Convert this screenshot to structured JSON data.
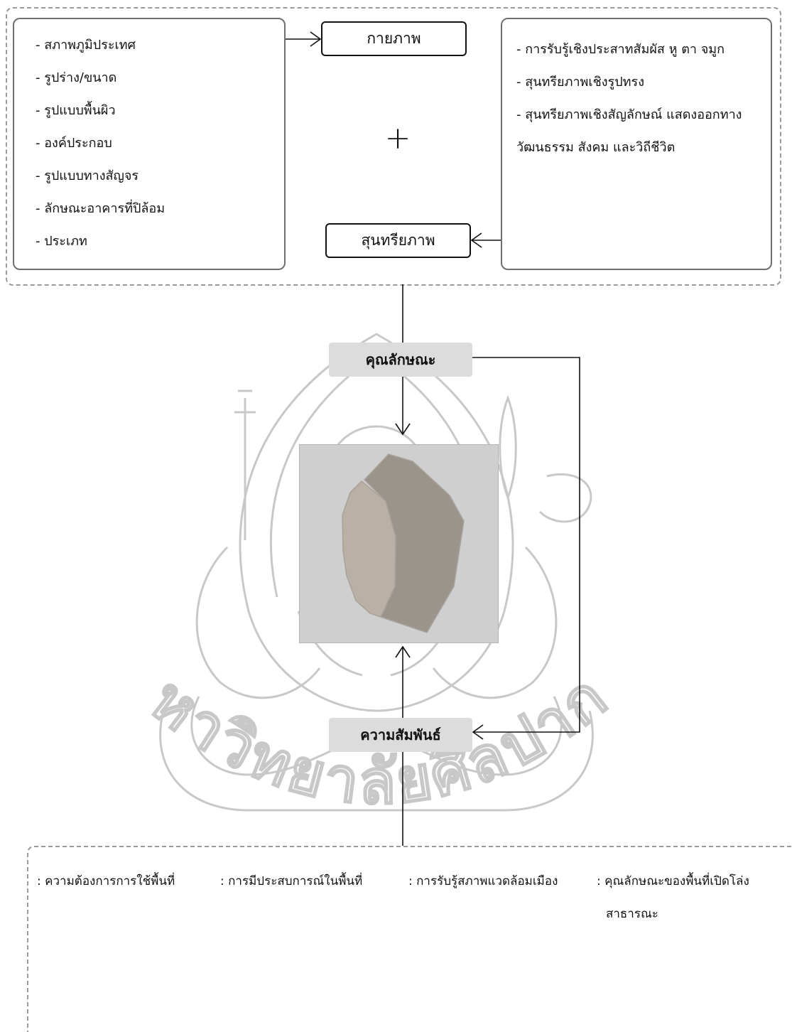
{
  "top": {
    "left_list": [
      "- สภาพภูมิประเทศ",
      "- รูปร่าง/ขนาด",
      "- รูปแบบพื้นผิว",
      "- องค์ประกอบ",
      "- รูปแบบทางสัญจร",
      "- ลักษณะอาคารที่ปิล้อม",
      "- ประเภท"
    ],
    "physical_label": "กายภาพ",
    "aesthetic_label": "สุนทรียภาพ",
    "plus_symbol": "+",
    "right_lines": [
      "- การรับรู้เชิงประสาทสัมผัส หู ตา จมูก",
      "- สุนทรียภาพเชิงรูปทรง",
      "- สุนทรียภาพเชิงสัญลักษณ์ แสดงออกทาง",
      "วัฒนธรรม สังคม และวิถีชีวิต"
    ]
  },
  "middle": {
    "characteristics_label": "คุณลักษณะ",
    "relationship_label": "ความสัมพันธ์",
    "colors": {
      "panel": "#cfcfcf",
      "left_shape": "#b9b1a6",
      "right_shape": "#9a948d",
      "label_bg": "#dcdcdc"
    }
  },
  "bottom": {
    "items": [
      ": ความต้องการการใช้พื้นที่",
      ": การมีประสบการณ์ในพื้นที่",
      ": การรับรู้สภาพแวดล้อมเมือง",
      ": คุณลักษณะของพื้นที่เปิดโล่ง"
    ],
    "item4_cont": "สาธารณะ"
  },
  "watermark_text": "มหาวิทยาลัยศิลปากร"
}
